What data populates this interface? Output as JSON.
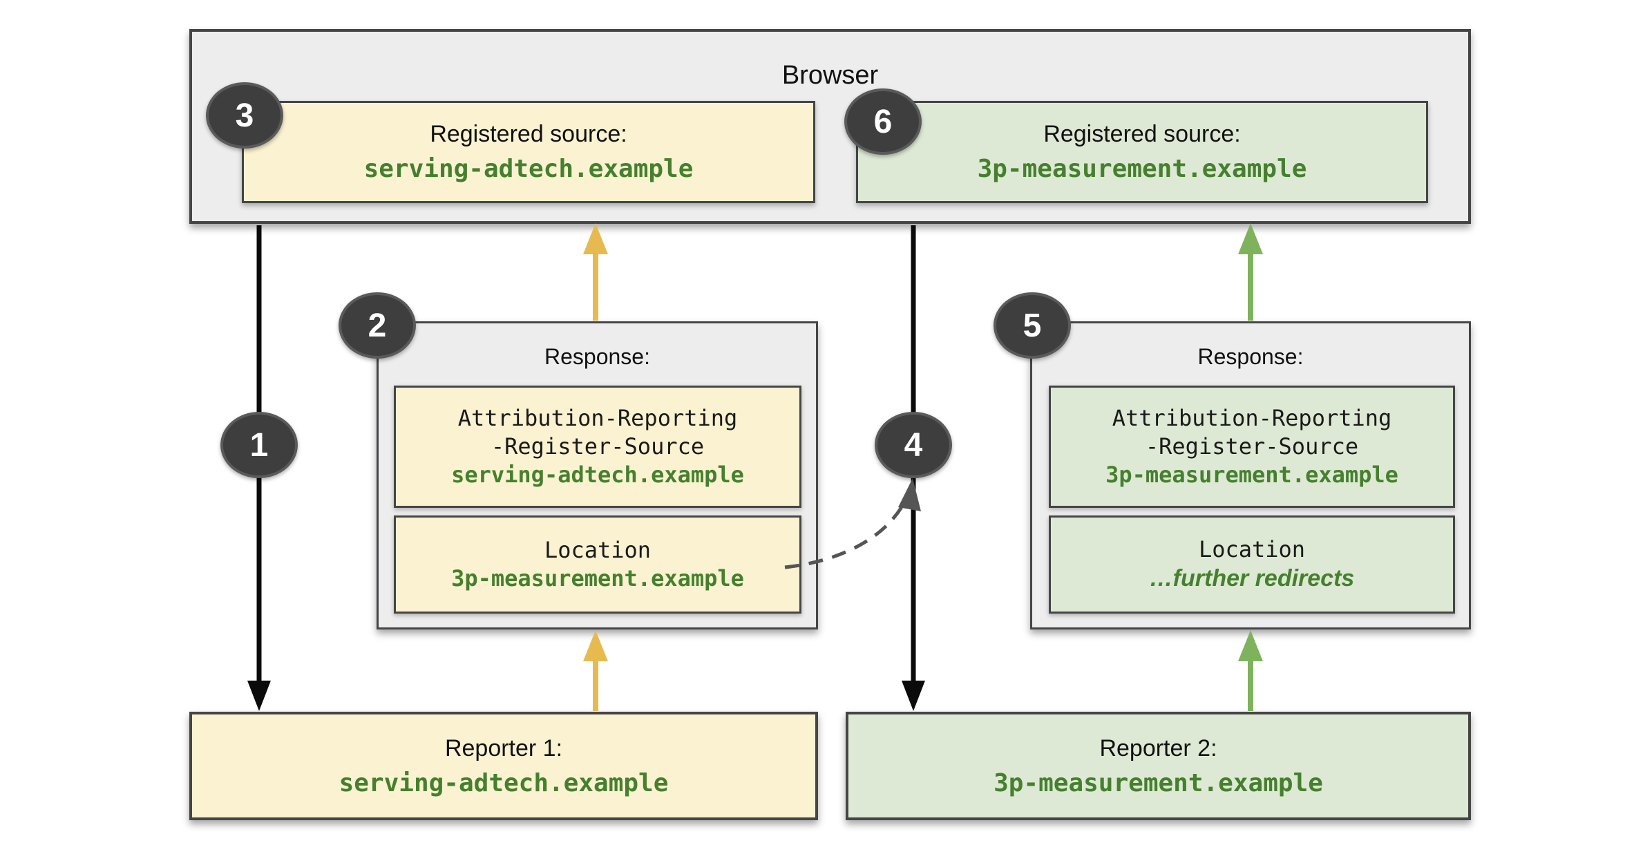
{
  "diagram": {
    "browser_title": "Browser",
    "badges": [
      "1",
      "2",
      "3",
      "4",
      "5",
      "6"
    ],
    "registered_source_left": {
      "label": "Registered source:",
      "domain": "serving-adtech.example"
    },
    "registered_source_right": {
      "label": "Registered source:",
      "domain": "3p-measurement.example"
    },
    "response_left": {
      "title": "Response:",
      "header_line1": "Attribution-Reporting",
      "header_line2": "-Register-Source",
      "header_domain": "serving-adtech.example",
      "location_label": "Location",
      "location_value": "3p-measurement.example"
    },
    "response_right": {
      "title": "Response:",
      "header_line1": "Attribution-Reporting",
      "header_line2": "-Register-Source",
      "header_domain": "3p-measurement.example",
      "location_label": "Location",
      "location_value": "…further redirects"
    },
    "reporter_left": {
      "label": "Reporter 1:",
      "domain": "serving-adtech.example"
    },
    "reporter_right": {
      "label": "Reporter 2:",
      "domain": "3p-measurement.example"
    },
    "colors": {
      "panel_fill": "#EDEDED",
      "yellow_fill": "#FAF2D0",
      "green_fill": "#DEE9D5",
      "border": "#454545",
      "green_text": "#45802E",
      "yellow_arrow": "#E7BA4F",
      "green_arrow": "#7FB25C",
      "black_arrow": "#0B0B0B",
      "dashed_arrow": "#555555",
      "badge_fill": "#3E3E3E",
      "badge_ring": "#5A5A5A",
      "badge_text": "#FFFFFF"
    }
  }
}
